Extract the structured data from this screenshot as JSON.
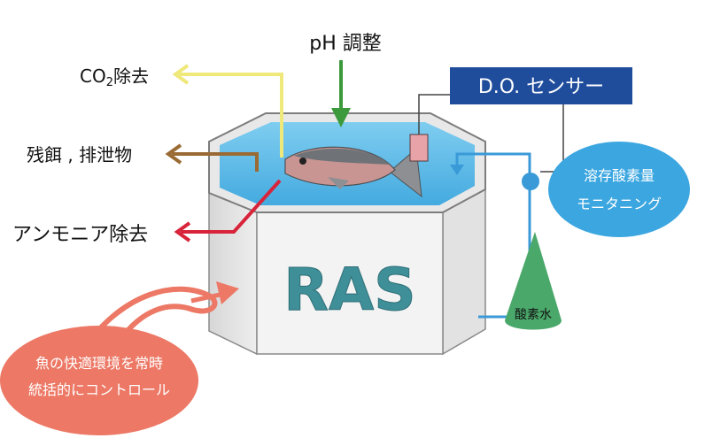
{
  "diagram": {
    "ph_label": "pH 調整",
    "co2_label": "CO",
    "co2_sub": "2",
    "co2_tail": "除去",
    "residue_label": "残餌 , 排泄物",
    "ammonia_label": "アンモニア除去",
    "do_sensor_label": "D.O. センサー",
    "monitor_line1": "溶存酸素量",
    "monitor_line2": "モニタニング",
    "oxygen_label": "酸素水",
    "ras_label": "RAS",
    "fish_line1": "魚の快適環境を常時",
    "fish_line2": "統括的にコントロール"
  },
  "colors": {
    "ph_arrow": "#3c9a3c",
    "co2_arrow": "#efe87a",
    "residue_arrow": "#9a6a34",
    "ammonia_arrow": "#d8243a",
    "do_line": "#3a9ad8",
    "sensor_box": "#1f4d9c",
    "monitor_ellipse": "#3ba6e0",
    "oxygen_cone": "#4aa86a",
    "fish_ellipse": "#ec7865",
    "ras_text": "#3f8f98",
    "water": "#59b9e6"
  }
}
